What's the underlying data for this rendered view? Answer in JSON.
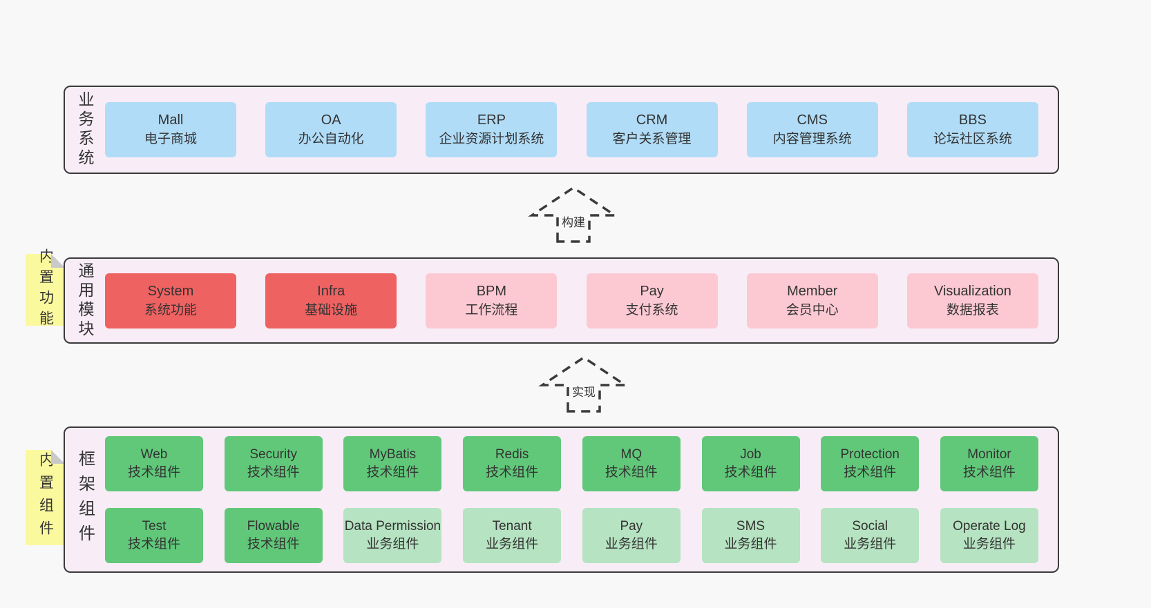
{
  "colors": {
    "page_bg": "#f8f8f8",
    "panel_bg": "#f8edf6",
    "panel_border": "#3a3a3a",
    "note_yellow": "#fbf99e",
    "note_fold": "#c9c9c9",
    "text": "#333333",
    "blue": "#b0dcf7",
    "red": "#ef6262",
    "pink": "#fcc9d3",
    "green": "#61c87a",
    "light_green": "#b6e3c1"
  },
  "layers": [
    {
      "id": "business",
      "label": "业务系统",
      "note": null,
      "rows": [
        [
          {
            "en": "Mall",
            "zh": "电子商城",
            "color": "blue"
          },
          {
            "en": "OA",
            "zh": "办公自动化",
            "color": "blue"
          },
          {
            "en": "ERP",
            "zh": "企业资源计划系统",
            "color": "blue"
          },
          {
            "en": "CRM",
            "zh": "客户关系管理",
            "color": "blue"
          },
          {
            "en": "CMS",
            "zh": "内容管理系统",
            "color": "blue"
          },
          {
            "en": "BBS",
            "zh": "论坛社区系统",
            "color": "blue"
          }
        ]
      ]
    },
    {
      "id": "modules",
      "label": "通用模块",
      "note": "内置功能",
      "rows": [
        [
          {
            "en": "System",
            "zh": "系统功能",
            "color": "red"
          },
          {
            "en": "Infra",
            "zh": "基础设施",
            "color": "red"
          },
          {
            "en": "BPM",
            "zh": "工作流程",
            "color": "pink"
          },
          {
            "en": "Pay",
            "zh": "支付系统",
            "color": "pink"
          },
          {
            "en": "Member",
            "zh": "会员中心",
            "color": "pink"
          },
          {
            "en": "Visualization",
            "zh": "数据报表",
            "color": "pink"
          }
        ]
      ]
    },
    {
      "id": "components",
      "label": "框架组件",
      "note": "内置组件",
      "rows": [
        [
          {
            "en": "Web",
            "zh": "技术组件",
            "color": "green"
          },
          {
            "en": "Security",
            "zh": "技术组件",
            "color": "green"
          },
          {
            "en": "MyBatis",
            "zh": "技术组件",
            "color": "green"
          },
          {
            "en": "Redis",
            "zh": "技术组件",
            "color": "green"
          },
          {
            "en": "MQ",
            "zh": "技术组件",
            "color": "green"
          },
          {
            "en": "Job",
            "zh": "技术组件",
            "color": "green"
          },
          {
            "en": "Protection",
            "zh": "技术组件",
            "color": "green"
          },
          {
            "en": "Monitor",
            "zh": "技术组件",
            "color": "green"
          }
        ],
        [
          {
            "en": "Test",
            "zh": "技术组件",
            "color": "green"
          },
          {
            "en": "Flowable",
            "zh": "技术组件",
            "color": "green"
          },
          {
            "en": "Data Permission",
            "zh": "业务组件",
            "color": "light_green"
          },
          {
            "en": "Tenant",
            "zh": "业务组件",
            "color": "light_green"
          },
          {
            "en": "Pay",
            "zh": "业务组件",
            "color": "light_green"
          },
          {
            "en": "SMS",
            "zh": "业务组件",
            "color": "light_green"
          },
          {
            "en": "Social",
            "zh": "业务组件",
            "color": "light_green"
          },
          {
            "en": "Operate Log",
            "zh": "业务组件",
            "color": "light_green"
          }
        ]
      ]
    }
  ],
  "arrows": [
    {
      "label": "构建"
    },
    {
      "label": "实现"
    }
  ]
}
